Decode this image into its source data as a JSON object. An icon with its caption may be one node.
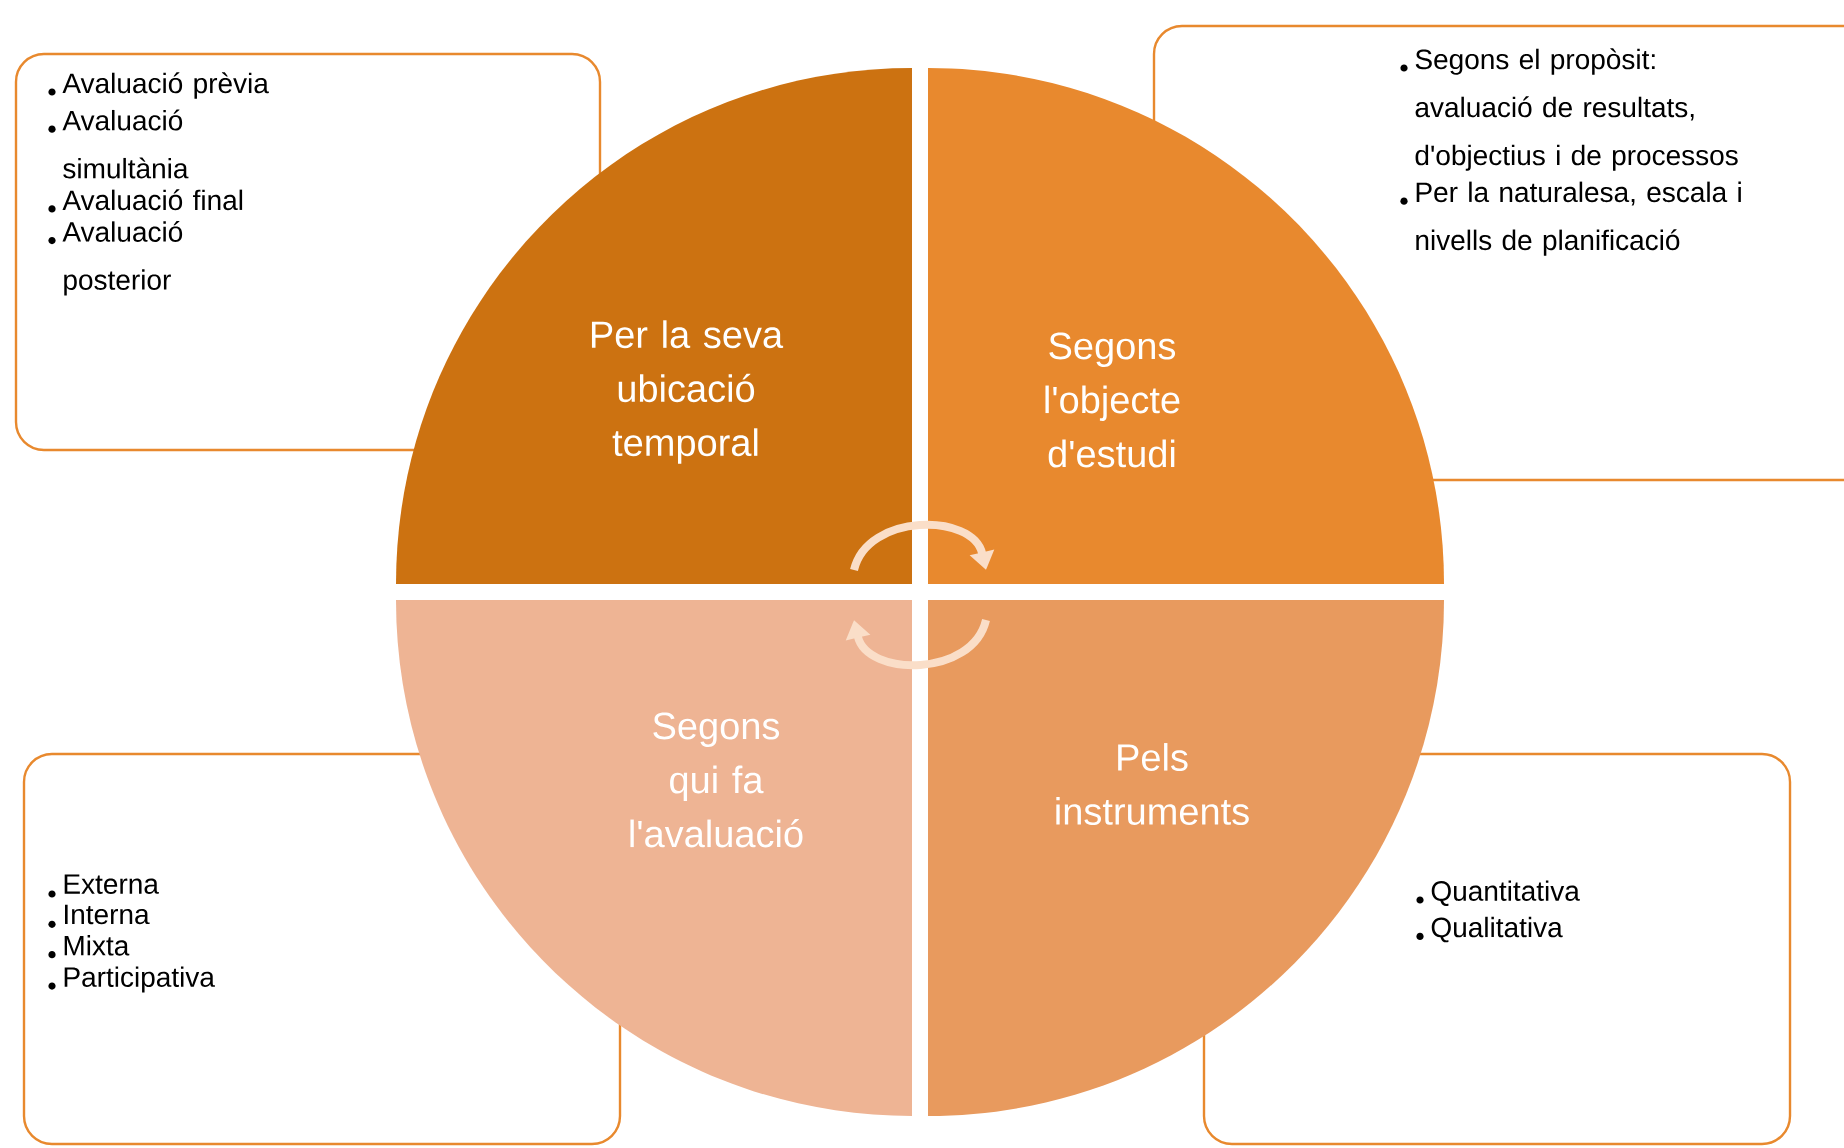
{
  "diagram": {
    "nodes": [
      {
        "text": [
          "Per la seva ubicació temporal"
        ]
      },
      {
        "text": [
          "Segons l'objecte d'estudi"
        ]
      },
      {
        "text": [
          "Segons qui fa l'avaluació"
        ]
      },
      {
        "text": [
          "Pels instruments"
        ]
      },
      {
        "text": [
          "Avaluació prèvia",
          "Avaluació simultània",
          "Avaluació final",
          "Avaluació posterior"
        ]
      },
      {
        "text": [
          "Segons el propòsit: avaluació de resultats, d'objectius i de processos",
          "Per la naturalesa, escala i nivells de planificació"
        ]
      },
      {
        "text": [
          "Externa",
          "Interna",
          "Mixta",
          "Participativa"
        ]
      },
      {
        "text": [
          "Quantitativa",
          "Qualitativa"
        ]
      }
    ],
    "edges": [
      {
        "from": 0,
        "to": 1,
        "arrow": "to"
      },
      {
        "from": 3,
        "to": 2,
        "arrow": "to"
      }
    ]
  }
}
